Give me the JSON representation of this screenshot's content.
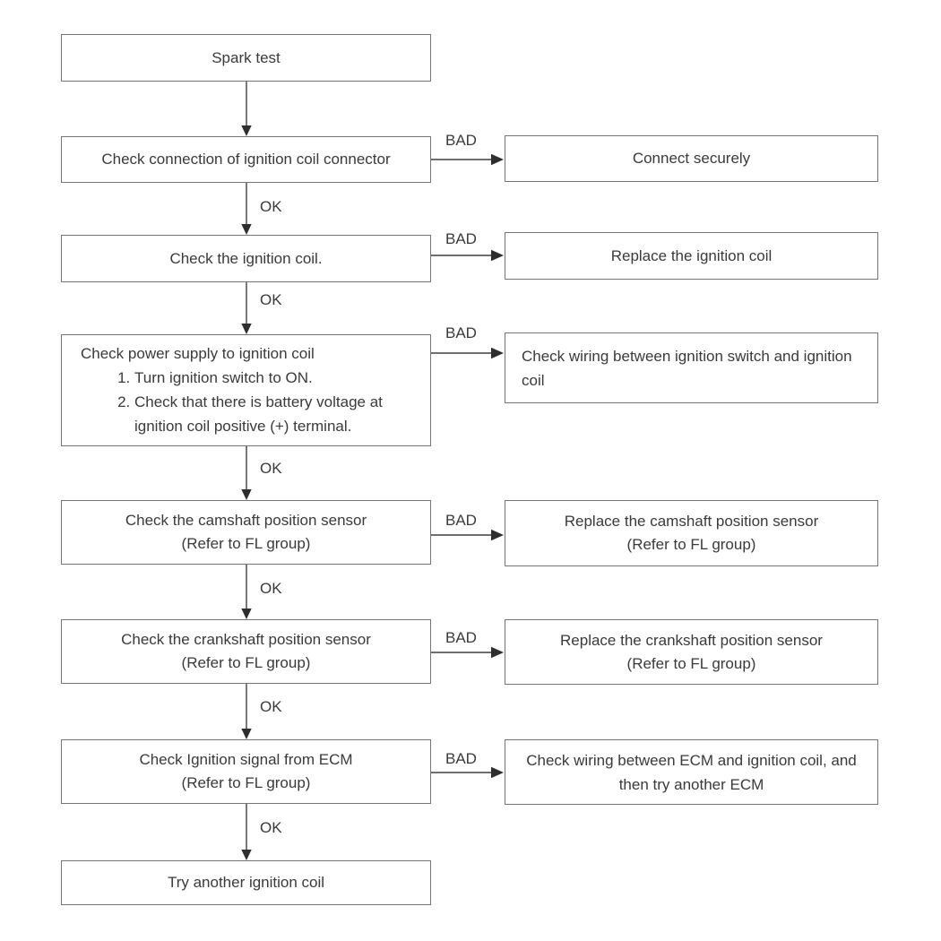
{
  "labels": {
    "ok": "OK",
    "bad": "BAD"
  },
  "steps": {
    "spark_test": {
      "label": "Spark test"
    },
    "check_connection": {
      "label": "Check connection of ignition coil connector",
      "bad_result": {
        "label": "Connect securely"
      }
    },
    "check_coil": {
      "label": "Check the ignition coil.",
      "bad_result": {
        "label": "Replace the ignition coil"
      }
    },
    "check_power_supply": {
      "title": "Check power supply to ignition coil",
      "items": [
        "Turn ignition switch to ON.",
        "Check that there is battery voltage at ignition coil positive (+) terminal."
      ],
      "bad_result": {
        "label": "Check wiring between ignition switch and ignition coil"
      }
    },
    "check_camshaft_sensor": {
      "label": "Check the camshaft position sensor",
      "sublabel": "(Refer to FL group)",
      "bad_result": {
        "label": "Replace the camshaft position sensor",
        "sublabel": "(Refer to FL group)"
      }
    },
    "check_crankshaft_sensor": {
      "label": "Check the crankshaft position sensor",
      "sublabel": "(Refer to FL group)",
      "bad_result": {
        "label": "Replace the crankshaft position sensor",
        "sublabel": "(Refer to FL group)"
      }
    },
    "check_ecm_signal": {
      "label": "Check Ignition signal from ECM",
      "sublabel": "(Refer to FL group)",
      "bad_result": {
        "label": "Check wiring between ECM and ignition coil, and then try another ECM"
      }
    },
    "try_another_coil": {
      "label": "Try another ignition coil"
    }
  }
}
